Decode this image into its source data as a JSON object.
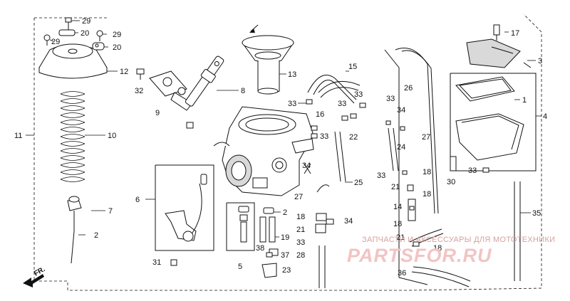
{
  "callouts": [
    {
      "id": "c29a",
      "text": "29"
    },
    {
      "id": "c20a",
      "text": "20"
    },
    {
      "id": "c29b",
      "text": "29"
    },
    {
      "id": "c29c",
      "text": "29"
    },
    {
      "id": "c20b",
      "text": "20"
    },
    {
      "id": "c12",
      "text": "12"
    },
    {
      "id": "c13",
      "text": "13"
    },
    {
      "id": "c32",
      "text": "32"
    },
    {
      "id": "c9",
      "text": "9"
    },
    {
      "id": "c8",
      "text": "8"
    },
    {
      "id": "c11",
      "text": "11"
    },
    {
      "id": "c10",
      "text": "10"
    },
    {
      "id": "c15",
      "text": "15"
    },
    {
      "id": "c33a",
      "text": "33"
    },
    {
      "id": "c16",
      "text": "16"
    },
    {
      "id": "c33b",
      "text": "33"
    },
    {
      "id": "c33c",
      "text": "33"
    },
    {
      "id": "c33d",
      "text": "33"
    },
    {
      "id": "c22",
      "text": "22"
    },
    {
      "id": "c26",
      "text": "26"
    },
    {
      "id": "c33e",
      "text": "33"
    },
    {
      "id": "c34a",
      "text": "34"
    },
    {
      "id": "c27a",
      "text": "27"
    },
    {
      "id": "c24",
      "text": "24"
    },
    {
      "id": "c17",
      "text": "17"
    },
    {
      "id": "c3",
      "text": "3"
    },
    {
      "id": "c1",
      "text": "1"
    },
    {
      "id": "c4",
      "text": "4"
    },
    {
      "id": "c6",
      "text": "6"
    },
    {
      "id": "c7",
      "text": "7"
    },
    {
      "id": "c2a",
      "text": "2"
    },
    {
      "id": "c2b",
      "text": "2"
    },
    {
      "id": "c34b",
      "text": "34"
    },
    {
      "id": "c25",
      "text": "25"
    },
    {
      "id": "c27b",
      "text": "27"
    },
    {
      "id": "c33f",
      "text": "33"
    },
    {
      "id": "c18a",
      "text": "18"
    },
    {
      "id": "c21a",
      "text": "21"
    },
    {
      "id": "c18b",
      "text": "18"
    },
    {
      "id": "c30",
      "text": "30"
    },
    {
      "id": "c33g",
      "text": "33"
    },
    {
      "id": "c14",
      "text": "14"
    },
    {
      "id": "c18c",
      "text": "18"
    },
    {
      "id": "c35",
      "text": "35"
    },
    {
      "id": "c18d",
      "text": "18"
    },
    {
      "id": "c34c",
      "text": "34"
    },
    {
      "id": "c19",
      "text": "19"
    },
    {
      "id": "c21b",
      "text": "21"
    },
    {
      "id": "c33h",
      "text": "33"
    },
    {
      "id": "c21c",
      "text": "21"
    },
    {
      "id": "c18e",
      "text": "18"
    },
    {
      "id": "c38",
      "text": "38"
    },
    {
      "id": "c37",
      "text": "37"
    },
    {
      "id": "c5",
      "text": "5"
    },
    {
      "id": "c28",
      "text": "28"
    },
    {
      "id": "c31",
      "text": "31"
    },
    {
      "id": "c23",
      "text": "23"
    },
    {
      "id": "c36",
      "text": "36"
    }
  ],
  "direction_label": "FR.",
  "watermark": {
    "line1": "ЗАПЧАСТИ И АКСЕССУАРЫ ДЛЯ МОТОТЕХНИКИ",
    "line2": "PARTSFOR.RU"
  }
}
